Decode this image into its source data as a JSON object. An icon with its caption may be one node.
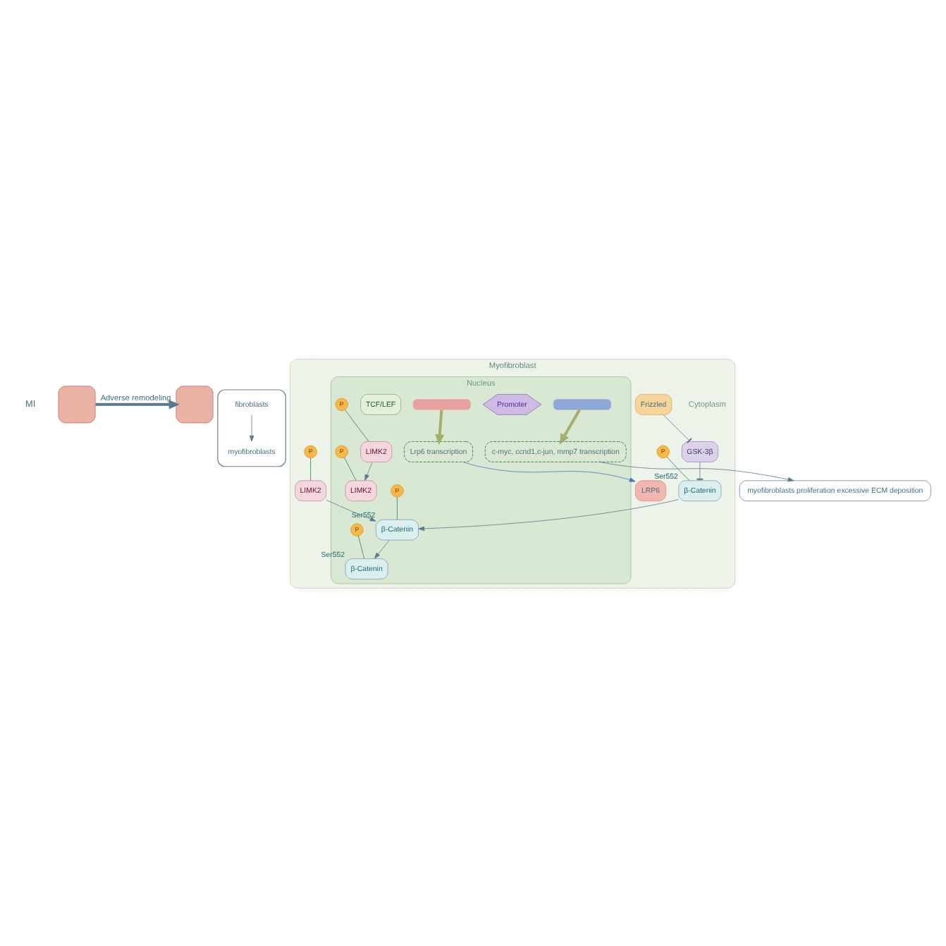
{
  "diagram": {
    "nodes": [
      {
        "text": [
          "MI"
        ]
      },
      {
        "text": [],
        "shape": "box"
      },
      {
        "text": [],
        "shape": "box"
      },
      {
        "text": [],
        "shape": "box"
      },
      {
        "text": [
          "fibroblasts"
        ],
        "in": 3
      },
      {
        "text": [
          "myofibroblasts"
        ],
        "in": 3
      },
      {
        "text": [
          "myofibroblasts proliferation excessive ECM deposition"
        ]
      },
      {
        "text": [
          "Myofibroblast"
        ]
      },
      {
        "text": [
          "LRP6"
        ],
        "in": 7
      },
      {
        "text": [
          "Frizzled"
        ],
        "in": 7
      },
      {
        "text": [
          "GSK-3β"
        ],
        "in": 7
      },
      {
        "text": [
          "β-Catenin"
        ],
        "beside": [
          "Ser552"
        ],
        "in": 7
      },
      {
        "text": [
          "P"
        ],
        "in": 7
      },
      {
        "text": [
          "LIMK2"
        ],
        "in": 7
      },
      {
        "text": [
          "P"
        ],
        "in": 7
      },
      {
        "text": [
          "Nucleus"
        ],
        "in": 7
      },
      {
        "text": [
          "β-Catenin"
        ],
        "beside": [
          "Ser552"
        ],
        "in": 15
      },
      {
        "text": [
          "P"
        ],
        "in": 15
      },
      {
        "text": [
          "LIMK2"
        ],
        "in": 15
      },
      {
        "text": [
          "P"
        ],
        "in": 15
      },
      {
        "text": [
          "LIMK2"
        ],
        "in": 15
      },
      {
        "text": [
          "P"
        ],
        "in": 15
      },
      {
        "text": [
          "Promoter"
        ],
        "in": 15
      },
      {
        "text": [],
        "shape": "bar",
        "in": 15
      },
      {
        "text": [
          "Lrp6 transcription"
        ],
        "in": 15
      },
      {
        "text": [
          "β-Catenin"
        ],
        "beside": [
          "Ser552"
        ],
        "in": 15
      },
      {
        "text": [
          "P"
        ],
        "in": 15
      },
      {
        "text": [
          "TCF/LEF"
        ],
        "in": 15
      },
      {
        "text": [],
        "shape": "bar",
        "in": 15
      },
      {
        "text": [
          "c-myc, ccnd1,c-jun, mmp7 transcription"
        ],
        "in": 15
      }
    ],
    "edges": [
      {
        "from": 1,
        "to": 2,
        "arrow": "to",
        "label": "Adverse remodeling",
        "style": "thick"
      },
      {
        "from": 4,
        "to": 5,
        "arrow": "to"
      },
      {
        "from": 9,
        "to": 10,
        "arrow": "other"
      },
      {
        "from": 10,
        "to": 11,
        "arrow": "other"
      },
      {
        "from": 11,
        "to": 16,
        "arrow": "to"
      },
      {
        "from": 13,
        "to": 16,
        "arrow": "to"
      },
      {
        "from": 18,
        "to": 20,
        "arrow": "to"
      },
      {
        "from": 16,
        "to": 25,
        "arrow": "to"
      },
      {
        "from": 23,
        "to": 24,
        "arrow": "to",
        "style": "thick",
        "color": "#a7ae6a"
      },
      {
        "from": 28,
        "to": 29,
        "arrow": "to",
        "style": "thick",
        "color": "#a7ae6a"
      },
      {
        "from": 24,
        "to": 8,
        "arrow": "to",
        "color": "#4a78b8"
      },
      {
        "from": 29,
        "to": 6,
        "arrow": "to"
      },
      {
        "from": 12,
        "to": 11,
        "arrow": "none",
        "color": "#2e7d4f"
      },
      {
        "from": 14,
        "to": 13,
        "arrow": "none",
        "color": "#2e7d4f"
      },
      {
        "from": 17,
        "to": 16,
        "arrow": "none",
        "color": "#2e7d4f"
      },
      {
        "from": 19,
        "to": 18,
        "arrow": "none",
        "color": "#2e7d4f"
      },
      {
        "from": 21,
        "to": 20,
        "arrow": "none",
        "color": "#2e7d4f"
      },
      {
        "from": 26,
        "to": 25,
        "arrow": "none",
        "color": "#2e7d4f"
      }
    ],
    "labels": [
      "Cytoplasm"
    ]
  }
}
